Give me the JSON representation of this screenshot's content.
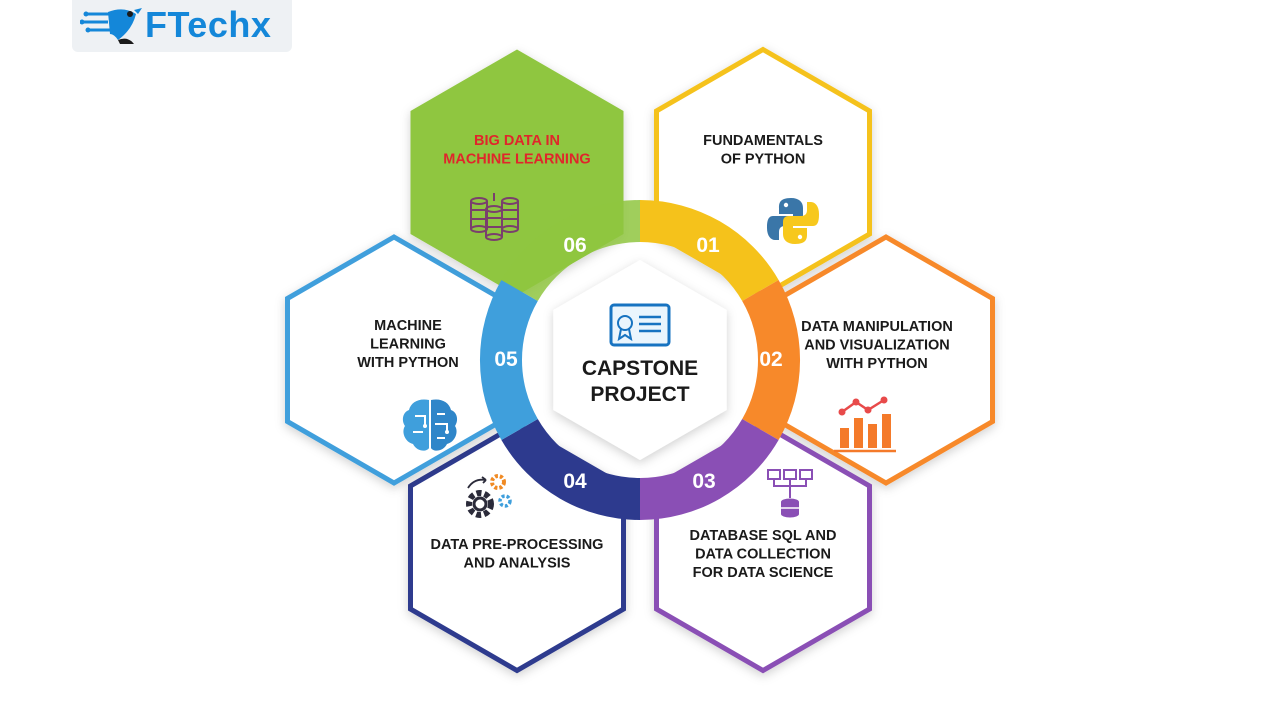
{
  "brand": {
    "name": "FTechx"
  },
  "center": {
    "line1": "CAPSTONE",
    "line2": "PROJECT",
    "icon": "certificate-icon"
  },
  "modules": [
    {
      "number": "01",
      "lines": [
        "FUNDAMENTALS",
        "OF PYTHON"
      ],
      "icon": "python-icon",
      "color": "#f5c21b"
    },
    {
      "number": "02",
      "lines": [
        "DATA MANIPULATION",
        "AND VISUALIZATION",
        "WITH PYTHON"
      ],
      "icon": "bar-chart-icon",
      "color": "#f7892a"
    },
    {
      "number": "03",
      "lines": [
        "DATABASE SQL AND",
        "DATA COLLECTION",
        "FOR DATA SCIENCE"
      ],
      "icon": "database-icon",
      "color": "#8a4fb5"
    },
    {
      "number": "04",
      "lines": [
        "DATA PRE-PROCESSING",
        "AND ANALYSIS"
      ],
      "icon": "gears-icon",
      "color": "#2d3a8e"
    },
    {
      "number": "05",
      "lines": [
        "MACHINE",
        "LEARNING",
        "WITH PYTHON"
      ],
      "icon": "brain-icon",
      "color": "#3f9fdc"
    },
    {
      "number": "06",
      "lines": [
        "BIG DATA IN",
        "MACHINE LEARNING"
      ],
      "icon": "server-stack-icon",
      "color": "#8fc640",
      "label_color": "#e0262b"
    }
  ]
}
